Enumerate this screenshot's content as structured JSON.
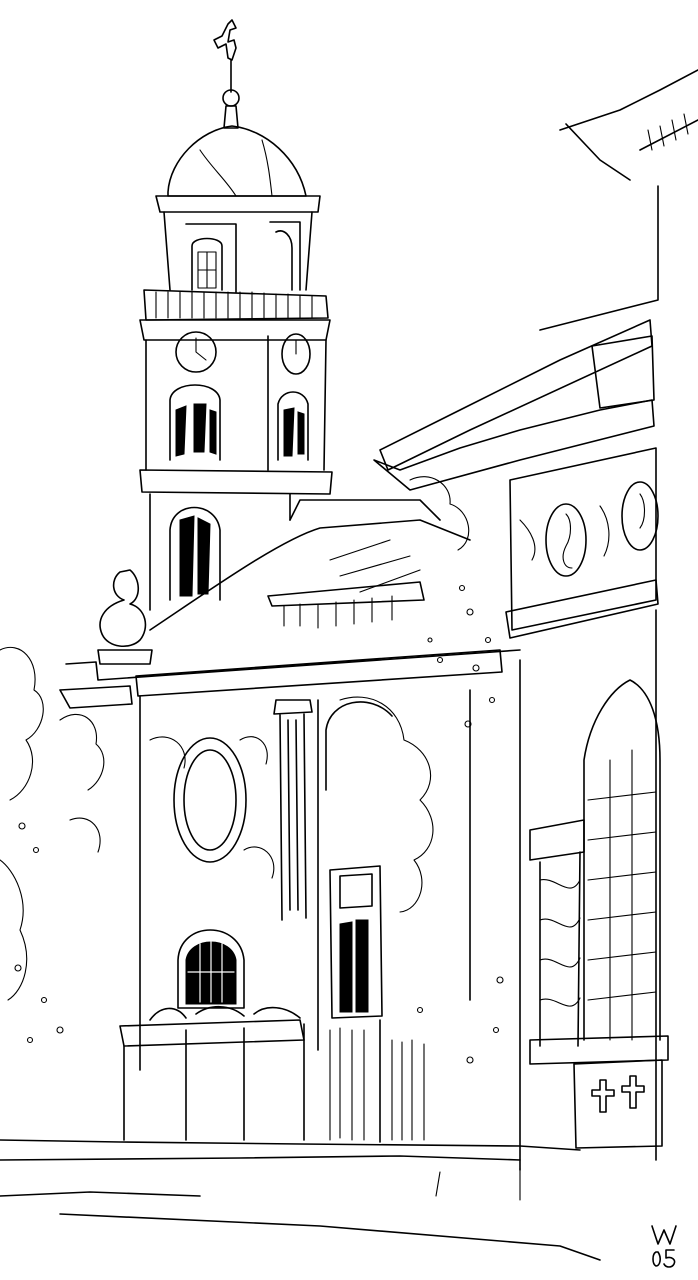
{
  "artwork": {
    "style": "black ink line drawing on white",
    "colors": {
      "ink": "#000000",
      "paper": "#ffffff"
    }
  },
  "signature": {
    "initial": "W",
    "year": "05"
  }
}
